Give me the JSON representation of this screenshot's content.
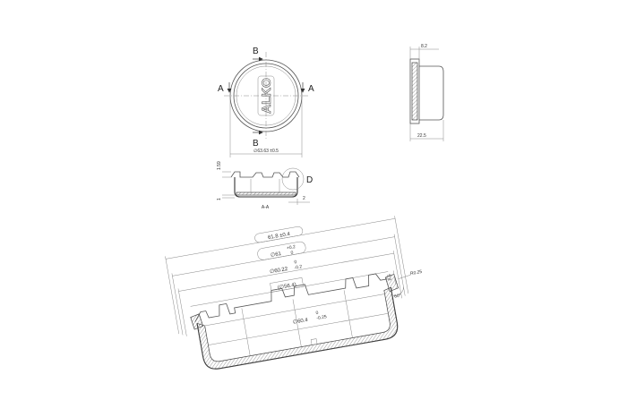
{
  "drawing": {
    "top_view": {
      "section_marks": [
        "A",
        "A",
        "B",
        "B"
      ],
      "diameter_label": "∅63.63 ±0.5",
      "logo_text": "ALKO"
    },
    "side_view": {
      "top_dim": "8.2",
      "bottom_dim": "22.5"
    },
    "section_a_a": {
      "title": "A-A",
      "detail_label": "D",
      "dim_left_top": "1.59",
      "dim_left_bottom": "1",
      "dim_right": "2"
    },
    "detail_view": {
      "dims": [
        {
          "id": "d1",
          "text": "61.8 ±0.4",
          "boxed": true
        },
        {
          "id": "d2",
          "text": "∅61",
          "upper": "+0.2",
          "lower": "0",
          "boxed": true
        },
        {
          "id": "d3",
          "text": "∅60.22",
          "upper": "0",
          "lower": "-0.2",
          "boxed": false
        },
        {
          "id": "d4",
          "text": "(∅56.4)",
          "boxed": true
        },
        {
          "id": "d5",
          "text": "∅60.4",
          "upper": "0",
          "lower": "-0.25",
          "boxed": false
        }
      ],
      "right_dims": [
        "0.5",
        "R0.25",
        "60°"
      ]
    }
  }
}
